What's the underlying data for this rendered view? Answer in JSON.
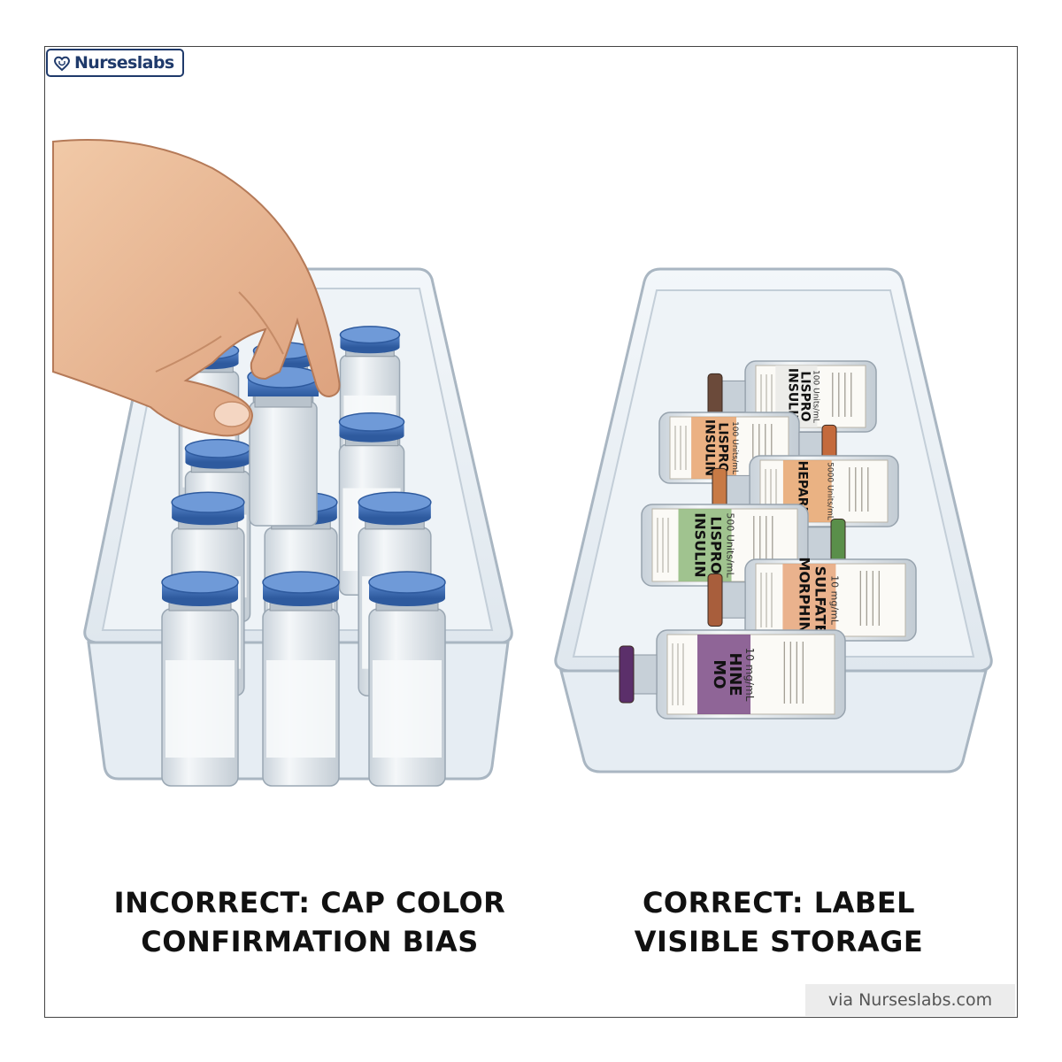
{
  "logo": {
    "text": "Nurseslabs",
    "icon": "heart-stethoscope-icon"
  },
  "captions": {
    "left": [
      "INCORRECT: CAP COLOR",
      "CONFIRMATION BIAS"
    ],
    "right": [
      "CORRECT: LABEL",
      "VISIBLE STORAGE"
    ]
  },
  "via": "via Nurseslabs.com",
  "vials": [
    {
      "name": "INSULIN",
      "name2": "LISPRO",
      "strength": "100 Units/mL",
      "accent": "#e9e9e6",
      "cap": "#6b4a3a"
    },
    {
      "name": "INSULIN",
      "name2": "LISPRO",
      "strength": "100 Units/mL",
      "accent": "#e7a36f",
      "cap": "#c46a3c"
    },
    {
      "name": "HEPARIN",
      "name2": "",
      "strength": "5000 Units/mL",
      "accent": "#e6a56e",
      "cap": "#c87a45"
    },
    {
      "name": "INSULIN",
      "name2": "LISPRO",
      "strength": "500 Units/mL",
      "accent": "#8fb97d",
      "cap": "#5a8f4a"
    },
    {
      "name": "MORPHINE",
      "name2": "SULFATE",
      "strength": "10 mg/mL",
      "accent": "#e6a57a",
      "cap": "#a85e3c"
    },
    {
      "name": "MO",
      "name2": "HINE",
      "strength": "10 mg/mL",
      "accent": "#7b4a86",
      "cap": "#5b2f6a"
    }
  ],
  "colors": {
    "cap_blue": "#3f6fb8",
    "frame": "#444444",
    "brand": "#1f3a6b"
  }
}
